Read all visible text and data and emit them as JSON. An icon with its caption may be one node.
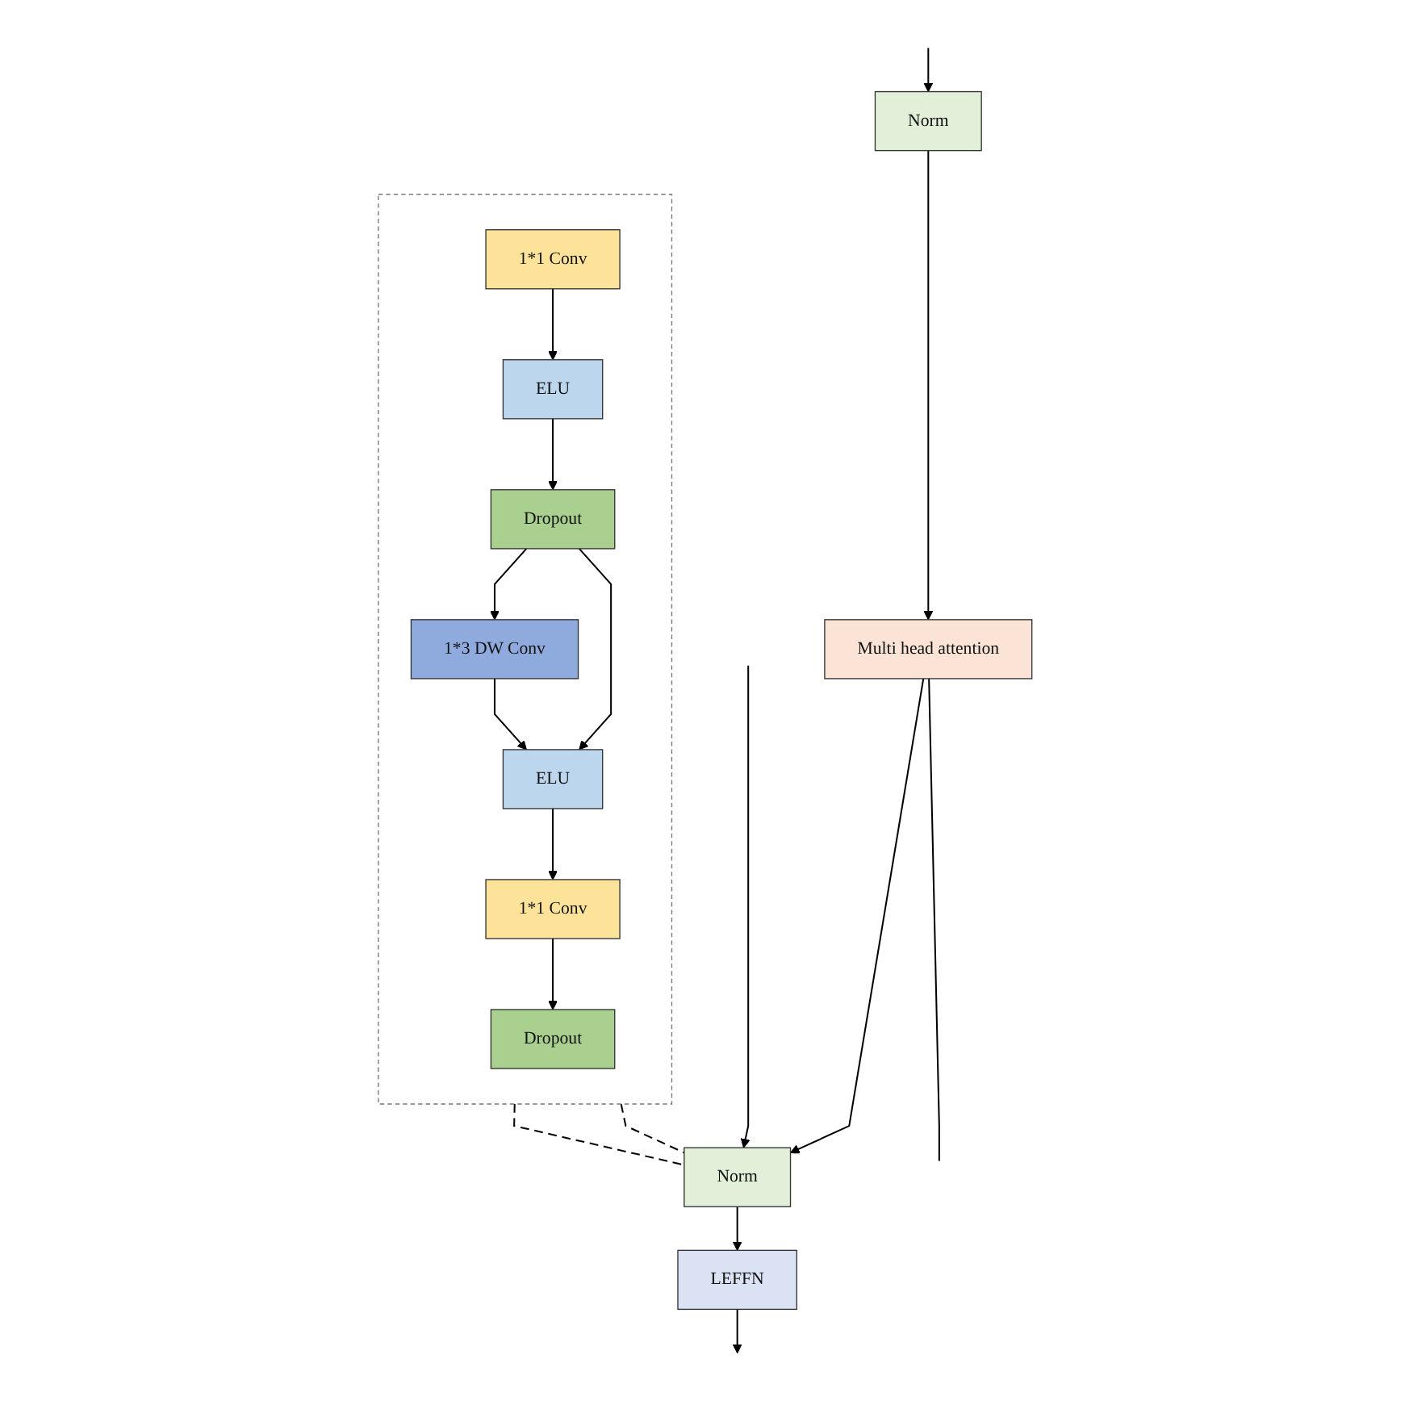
{
  "diagram": {
    "nodes": [
      {
        "text": [],
        "shape": "box"
      },
      {
        "text": [
          "1*1 Conv"
        ],
        "in": 0
      },
      {
        "text": [
          "ELU"
        ],
        "in": 0
      },
      {
        "text": [
          "Dropout"
        ],
        "in": 0
      },
      {
        "text": [
          "1*3 DW Conv"
        ],
        "in": 0
      },
      {
        "text": [
          "ELU"
        ],
        "in": 0
      },
      {
        "text": [
          "1*1 Conv"
        ],
        "in": 0
      },
      {
        "text": [
          "Dropout"
        ],
        "in": 0
      },
      {
        "text": [
          "Norm"
        ]
      },
      {
        "text": [
          "Multi head attention"
        ]
      },
      {
        "text": [
          "Norm"
        ]
      },
      {
        "text": [
          "LEFFN"
        ]
      }
    ],
    "edges": [
      {
        "from": 1,
        "to": 2,
        "arrow": "to"
      },
      {
        "from": 2,
        "to": 3,
        "arrow": "to"
      },
      {
        "from": 3,
        "to": 4,
        "arrow": "to"
      },
      {
        "from": 4,
        "to": 5,
        "arrow": "to"
      },
      {
        "from": 3,
        "to": 5,
        "arrow": "to"
      },
      {
        "from": 5,
        "to": 6,
        "arrow": "to"
      },
      {
        "from": 6,
        "to": 7,
        "arrow": "to"
      },
      {
        "from": null,
        "to": 8,
        "arrow": "to"
      },
      {
        "from": 8,
        "to": 9,
        "arrow": "to"
      },
      {
        "from": 9,
        "to": 10,
        "arrow": "to"
      },
      {
        "from": null,
        "to": 10,
        "arrow": "to"
      },
      {
        "from": 9,
        "to": null,
        "arrow": "none"
      },
      {
        "from": 10,
        "to": 11,
        "arrow": "to"
      },
      {
        "from": 11,
        "to": null,
        "arrow": "to"
      },
      {
        "from": 0,
        "to": 10,
        "arrow": "none",
        "style": "dashed"
      },
      {
        "from": 0,
        "to": 10,
        "arrow": "none",
        "style": "dashed"
      }
    ]
  }
}
